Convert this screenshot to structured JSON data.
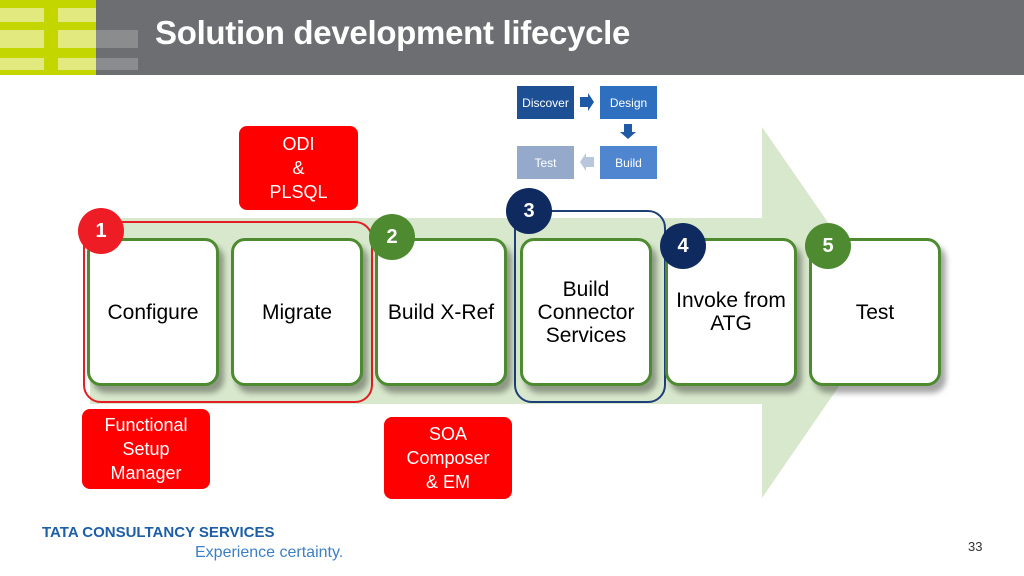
{
  "title": "Solution development lifecycle",
  "steps": [
    "Configure",
    "Migrate",
    "Build X-Ref",
    "Build Connector Services",
    "Invoke from ATG",
    "Test"
  ],
  "badges": [
    "1",
    "2",
    "3",
    "4",
    "5"
  ],
  "tags": {
    "odi": "ODI\n&\nPLSQL",
    "functional": "Functional\nSetup\nManager",
    "soa": "SOA\nComposer\n& EM"
  },
  "mini_cycle": {
    "discover": "Discover",
    "design": "Design",
    "build": "Build",
    "test": "Test"
  },
  "footer": {
    "company": "TATA CONSULTANCY SERVICES",
    "tagline": "Experience certainty.",
    "page": "33"
  }
}
